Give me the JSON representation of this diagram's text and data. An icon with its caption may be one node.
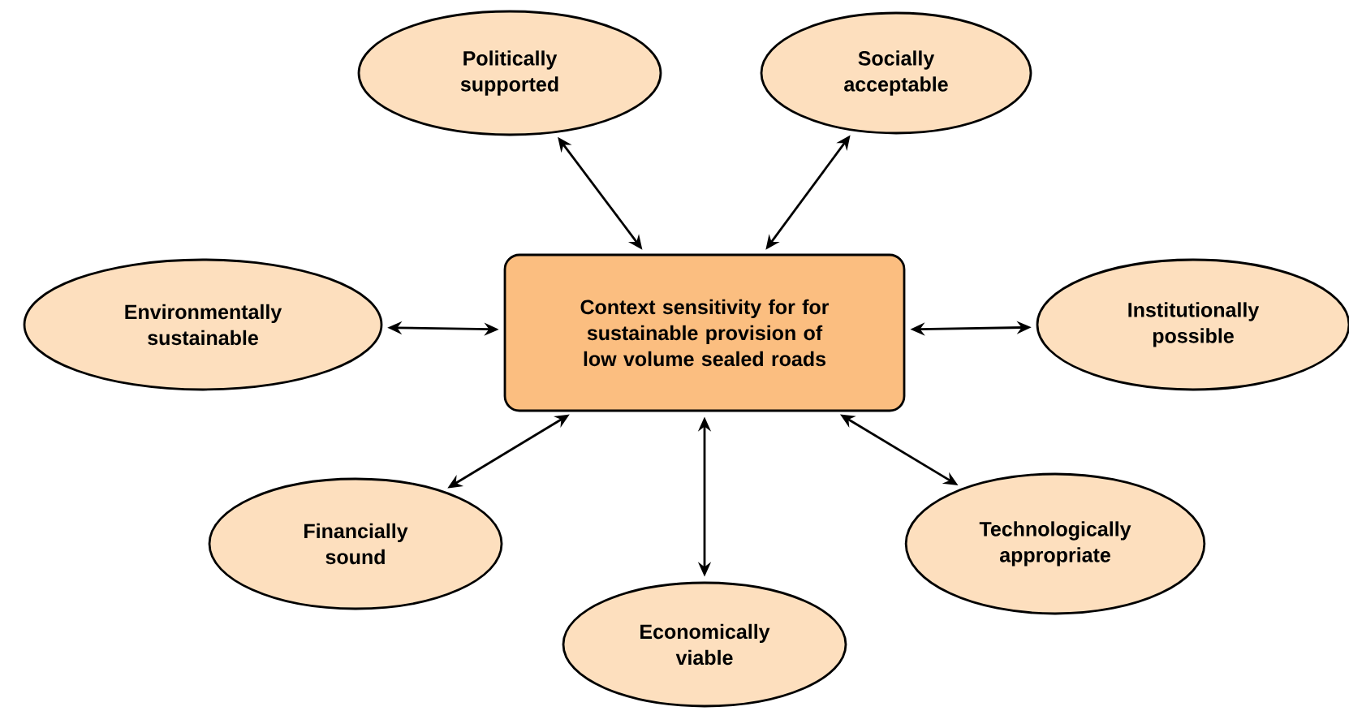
{
  "diagram": {
    "nodes": [
      {
        "text": [
          "Politically supported"
        ]
      },
      {
        "text": [
          "Socially acceptable"
        ]
      },
      {
        "text": [
          "Environmentally sustainable"
        ]
      },
      {
        "text": [
          "Context sensitivity for  for sustainable provision of low volume sealed roads"
        ]
      },
      {
        "text": [
          "Institutionally possible"
        ]
      },
      {
        "text": [
          "Financially sound"
        ]
      },
      {
        "text": [
          "Technologically appropriate"
        ]
      },
      {
        "text": [
          "Economically viable"
        ]
      }
    ],
    "edges": [
      {
        "from": 0,
        "to": 3,
        "arrow": "both"
      },
      {
        "from": 1,
        "to": 3,
        "arrow": "both"
      },
      {
        "from": 2,
        "to": 3,
        "arrow": "both"
      },
      {
        "from": 4,
        "to": 3,
        "arrow": "both"
      },
      {
        "from": 5,
        "to": 3,
        "arrow": "both"
      },
      {
        "from": 6,
        "to": 3,
        "arrow": "both"
      },
      {
        "from": 7,
        "to": 3,
        "arrow": "both"
      }
    ]
  }
}
